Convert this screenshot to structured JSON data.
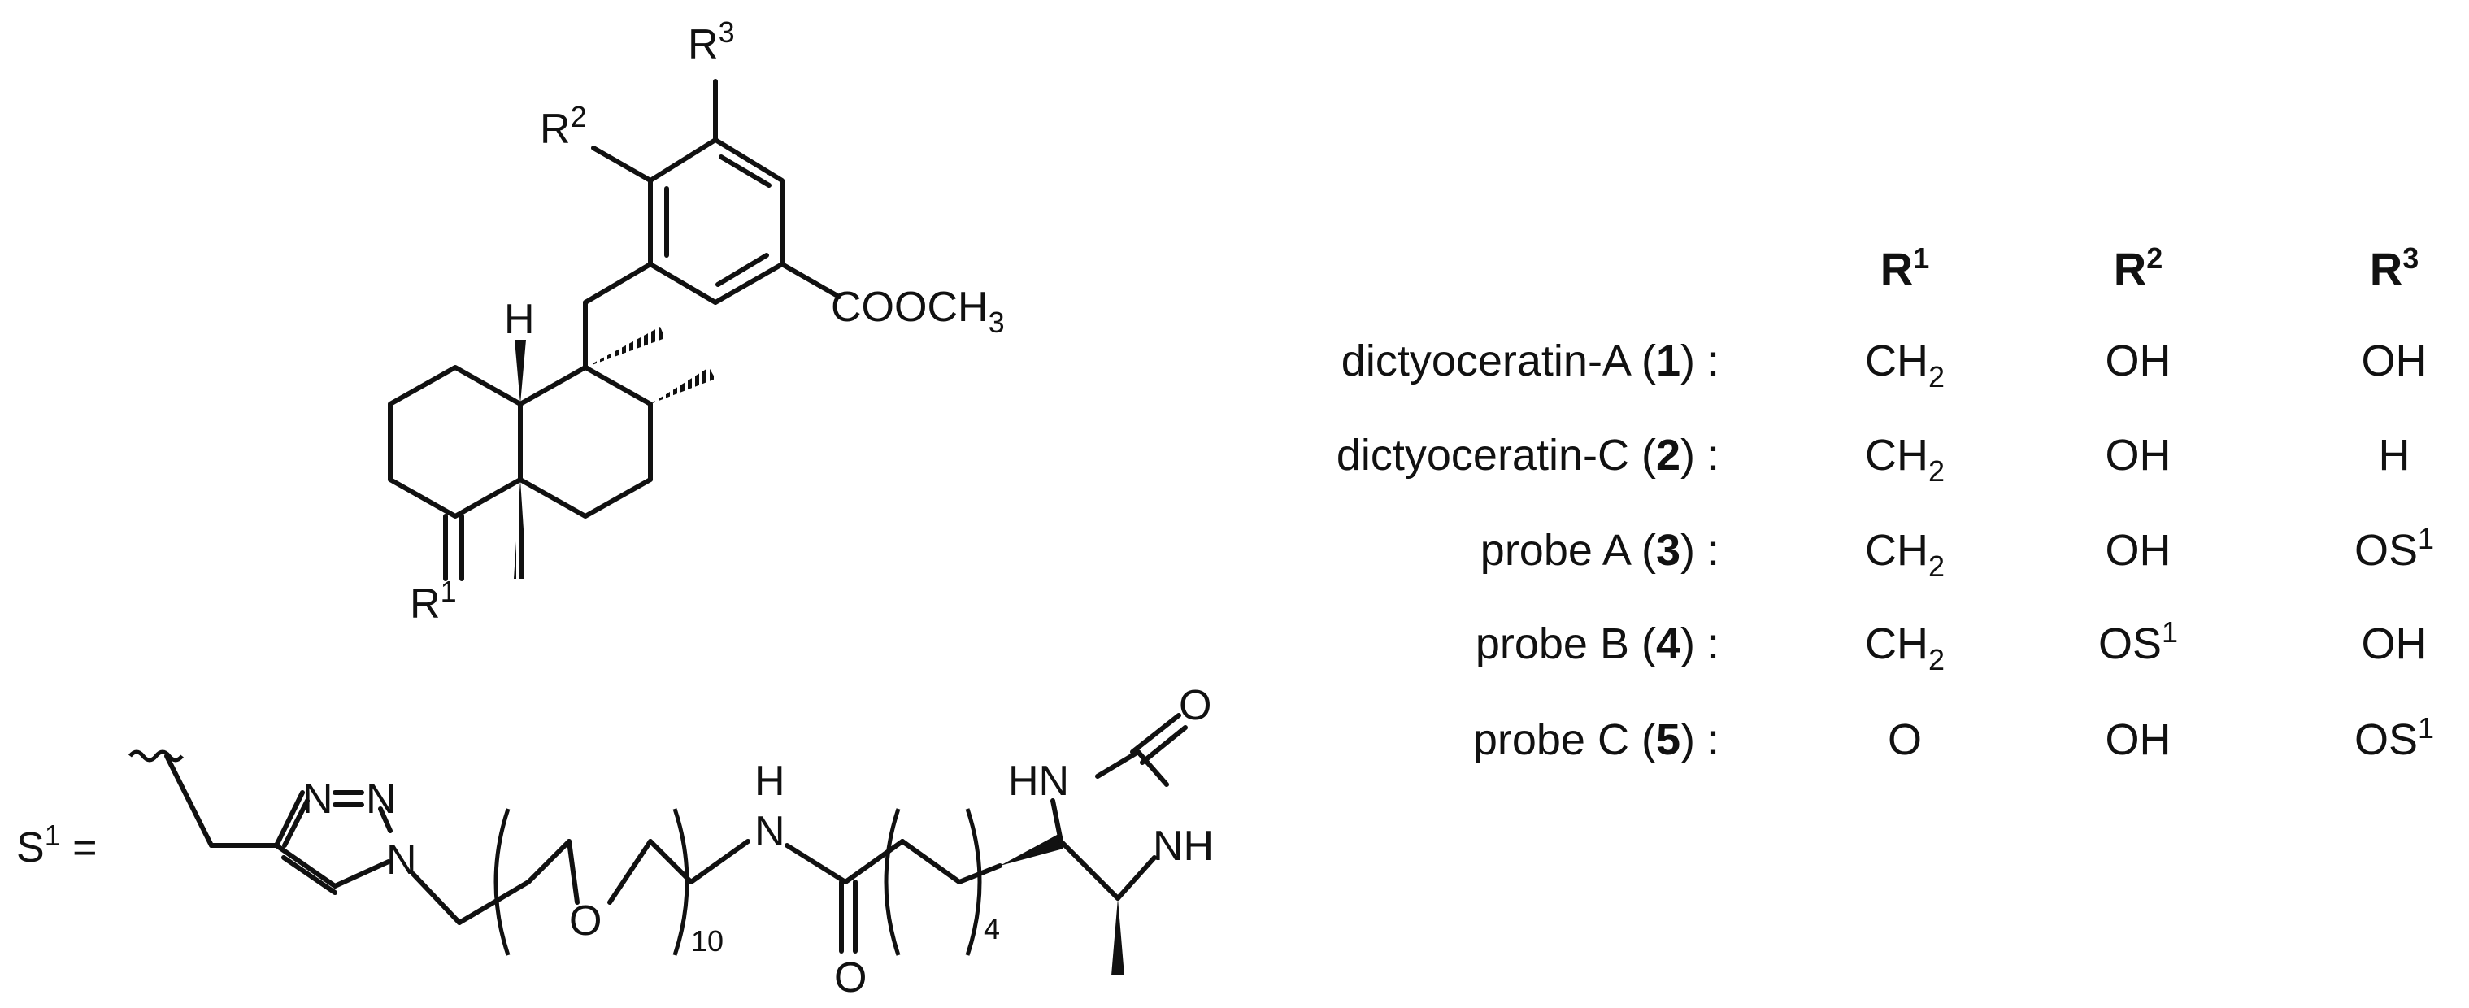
{
  "structure": {
    "r3": "R",
    "r3_sup": "3",
    "r2": "R",
    "r2_sup": "2",
    "r1": "R",
    "r1_sup": "1",
    "h": "H",
    "ester": "COOCH",
    "ester_sub": "3"
  },
  "substituent": {
    "s": "S",
    "s_sup": "1",
    "eq": " =",
    "n1": "N",
    "n2": "N",
    "n3": "N",
    "o": "O",
    "peg_n": "10",
    "amide_h": "H",
    "amide_n": "N",
    "carbonyl_o": "O",
    "chain_n": "4",
    "hn": "HN",
    "nh": "NH",
    "urea_o": "O"
  },
  "table": {
    "headers": [
      {
        "main": "R",
        "sup": "1"
      },
      {
        "main": "R",
        "sup": "2"
      },
      {
        "main": "R",
        "sup": "3"
      }
    ],
    "rows": [
      {
        "name": "dictyoceratin-A (",
        "num": "1",
        "tail": ") :",
        "r1": "CH",
        "r1_sub": "2",
        "r2": "OH",
        "r2_sup": "",
        "r3": "OH",
        "r3_sup": ""
      },
      {
        "name": "dictyoceratin-C (",
        "num": "2",
        "tail": ") :",
        "r1": "CH",
        "r1_sub": "2",
        "r2": "OH",
        "r2_sup": "",
        "r3": "H",
        "r3_sup": ""
      },
      {
        "name": "probe A (",
        "num": "3",
        "tail": ") :",
        "r1": "CH",
        "r1_sub": "2",
        "r2": "OH",
        "r2_sup": "",
        "r3": "OS",
        "r3_sup": "1"
      },
      {
        "name": "probe B (",
        "num": "4",
        "tail": ") :",
        "r1": "CH",
        "r1_sub": "2",
        "r2": "OS",
        "r2_sup": "1",
        "r3": "OH",
        "r3_sup": ""
      },
      {
        "name": "probe C (",
        "num": "5",
        "tail": ") :",
        "r1": "O",
        "r1_sub": "",
        "r2": "OH",
        "r2_sup": "",
        "r3": "OS",
        "r3_sup": "1"
      }
    ]
  }
}
